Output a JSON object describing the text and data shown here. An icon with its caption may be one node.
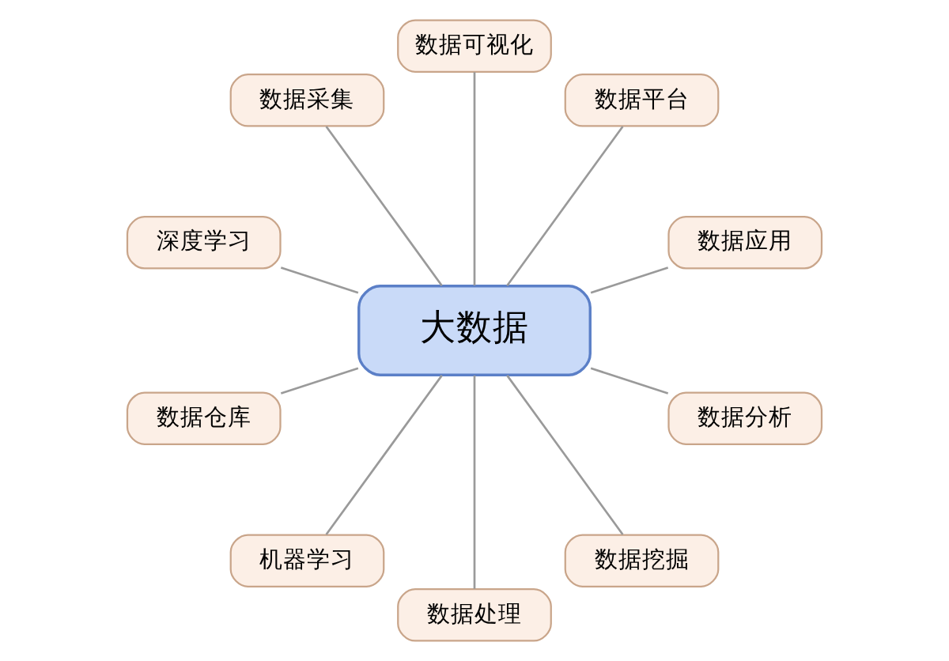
{
  "diagram": {
    "nodes": [
      {
        "text": [
          "大数据"
        ]
      },
      {
        "text": [
          "数据应用"
        ]
      },
      {
        "text": [
          "数据平台"
        ]
      },
      {
        "text": [
          "数据可视化"
        ]
      },
      {
        "text": [
          "数据采集"
        ]
      },
      {
        "text": [
          "深度学习"
        ]
      },
      {
        "text": [
          "数据仓库"
        ]
      },
      {
        "text": [
          "机器学习"
        ]
      },
      {
        "text": [
          "数据处理"
        ]
      },
      {
        "text": [
          "数据挖掘"
        ]
      },
      {
        "text": [
          "数据分析"
        ]
      }
    ],
    "edges": [
      {
        "from": 0,
        "to": 2,
        "arrow": "none"
      },
      {
        "from": 0,
        "to": 4,
        "arrow": "none"
      },
      {
        "from": 0,
        "to": 6,
        "arrow": "none"
      },
      {
        "from": 0,
        "to": 8,
        "arrow": "none"
      },
      {
        "from": 0,
        "to": 10,
        "arrow": "none"
      },
      {
        "from": 0,
        "to": 9,
        "arrow": "none"
      },
      {
        "from": 0,
        "to": 7,
        "arrow": "none"
      },
      {
        "from": 0,
        "to": 5,
        "arrow": "none"
      },
      {
        "from": 0,
        "to": 3,
        "arrow": "none"
      },
      {
        "from": 0,
        "to": 1,
        "arrow": "none"
      }
    ]
  }
}
